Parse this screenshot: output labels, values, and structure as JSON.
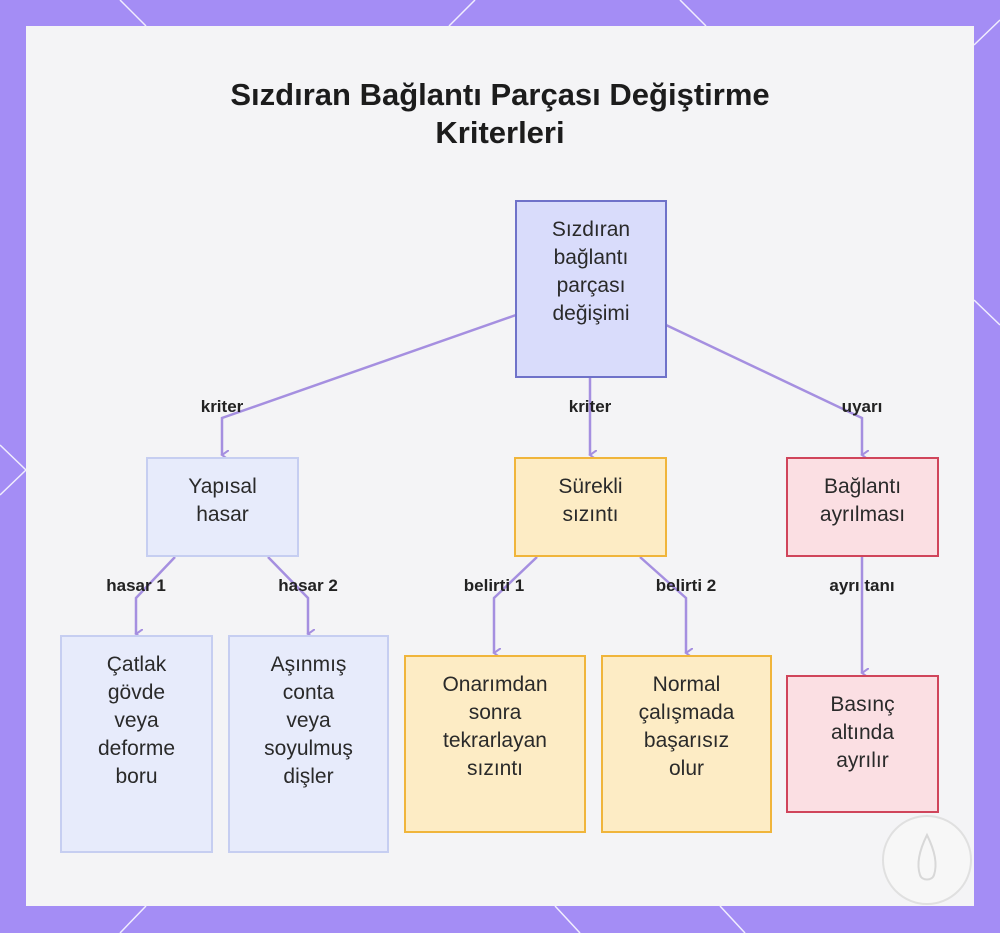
{
  "title": {
    "line1": "Sızdıran Bağlantı Parçası Değiştirme",
    "line2": "Kriterleri"
  },
  "nodes": {
    "root": "Sızdıran\nbağlantı\nparçası\ndeğişimi",
    "structural": "Yapısal\nhasar",
    "leak": "Sürekli\nsızıntı",
    "separation": "Bağlantı\nayrılması",
    "cracked": "Çatlak\ngövde\nveya\ndeforme\nboru",
    "worn": "Aşınmış\nconta\nveya\nsoyulmuş\ndişler",
    "repeat": "Onarımdan\nsonra\ntekrarlayan\nsızıntı",
    "normal": "Normal\nçalışmada\nbaşarısız\nolur",
    "pressure": "Basınç\naltında\nayrılır"
  },
  "edges": {
    "criterion_left": "kriter",
    "criterion_mid": "kriter",
    "warning": "uyarı",
    "damage1": "hasar 1",
    "damage2": "hasar 2",
    "symptom1": "belirti 1",
    "symptom2": "belirti 2",
    "diagnosis": "ayrı tanı"
  },
  "colors": {
    "frame": "#a48df5",
    "connector": "#a58fe0"
  }
}
